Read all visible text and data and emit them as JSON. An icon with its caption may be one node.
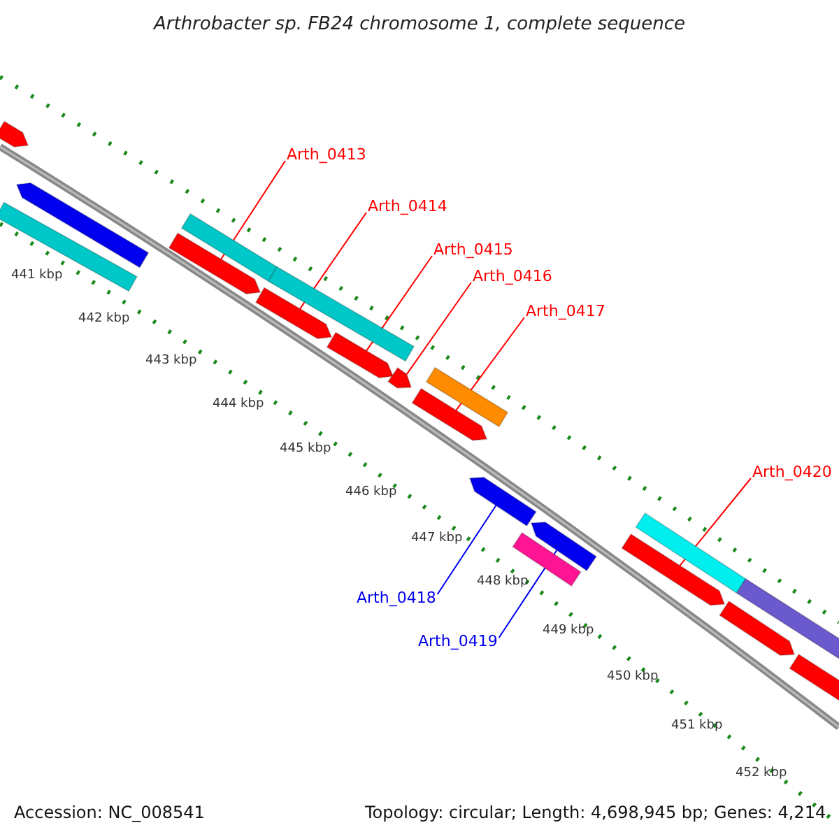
{
  "diagram": {
    "title": "Arthrobacter sp. FB24 chromosome 1, complete sequence",
    "nodes": [
      {
        "text": [
          "Arth_0413"
        ]
      },
      {
        "text": [
          "Arth_0414"
        ]
      },
      {
        "text": [
          "Arth_0415"
        ]
      },
      {
        "text": [
          "Arth_0416"
        ]
      },
      {
        "text": [
          "Arth_0417"
        ]
      },
      {
        "text": [
          "Arth_0418"
        ]
      },
      {
        "text": [
          "Arth_0419"
        ]
      },
      {
        "text": [
          "Arth_0420"
        ]
      },
      {
        "text": [],
        "shape": "arrow"
      },
      {
        "text": [],
        "shape": "arrow"
      },
      {
        "text": [],
        "shape": "bar"
      },
      {
        "text": [],
        "shape": "arrow"
      },
      {
        "text": [],
        "shape": "bar"
      },
      {
        "text": [],
        "shape": "arrow"
      },
      {
        "text": [],
        "shape": "bar"
      },
      {
        "text": [],
        "shape": "arrow"
      },
      {
        "text": [],
        "shape": "arrow"
      },
      {
        "text": [],
        "shape": "arrow"
      },
      {
        "text": [],
        "shape": "bar"
      },
      {
        "text": [],
        "shape": "arrow"
      },
      {
        "text": [],
        "shape": "bar"
      },
      {
        "text": [],
        "shape": "arrow"
      },
      {
        "text": [],
        "shape": "arrow"
      },
      {
        "text": [],
        "shape": "bar"
      },
      {
        "text": [],
        "shape": "arrow"
      },
      {
        "text": [],
        "shape": "bar"
      },
      {
        "text": [],
        "shape": "arrow"
      }
    ],
    "edges": [
      {
        "from": 0,
        "to": 11,
        "arrow": "none"
      },
      {
        "from": 1,
        "to": 13,
        "arrow": "none"
      },
      {
        "from": 2,
        "to": 15,
        "arrow": "none"
      },
      {
        "from": 3,
        "to": 16,
        "arrow": "none"
      },
      {
        "from": 4,
        "to": 17,
        "arrow": "none"
      },
      {
        "from": 5,
        "to": 19,
        "arrow": "none",
        "color": "#0000ee"
      },
      {
        "from": 6,
        "to": 21,
        "arrow": "none",
        "color": "#0000ee"
      },
      {
        "from": 7,
        "to": 22,
        "arrow": "none"
      }
    ],
    "labels": [
      "441 kbp",
      "442 kbp",
      "443 kbp",
      "444 kbp",
      "445 kbp",
      "446 kbp",
      "447 kbp",
      "448 kbp",
      "449 kbp",
      "450 kbp",
      "451 kbp",
      "452 kbp",
      "Accession: NC_008541",
      "Topology: circular; Length: 4,698,945 bp; Genes: 4,214"
    ]
  }
}
